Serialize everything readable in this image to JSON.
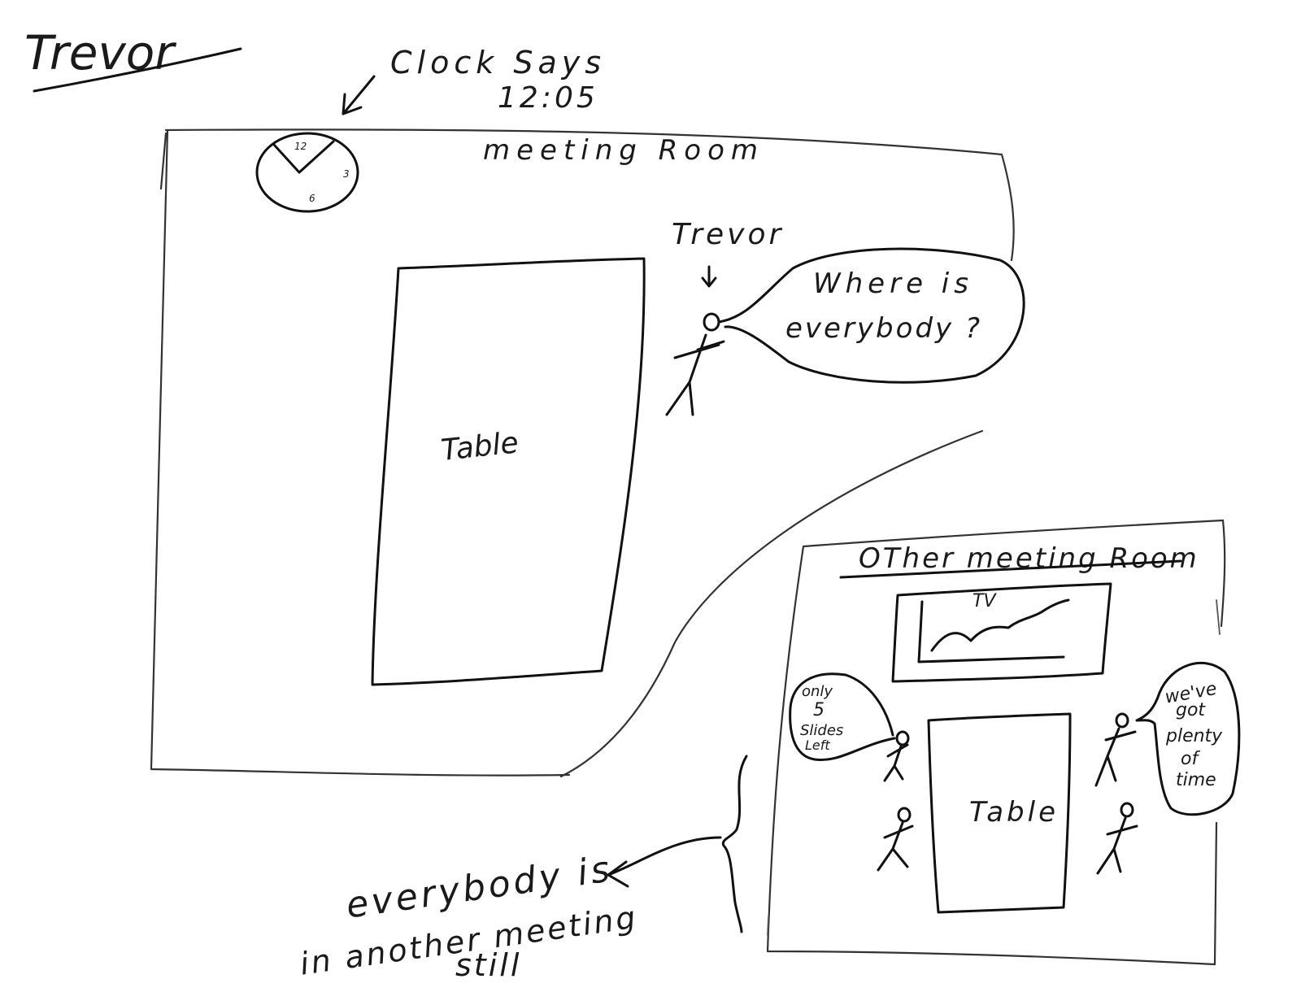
{
  "title": "Trevor",
  "clock_note": {
    "line1": "Clock Says",
    "line2": "12:05"
  },
  "clock_face": {
    "numeral_12": "12",
    "numeral_3": "3",
    "numeral_6": "6"
  },
  "meeting_room": {
    "label": "meeting Room",
    "table_label": "Table",
    "person_label": "Trevor",
    "speech": {
      "line1": "Where is",
      "line2": "everybody ?"
    }
  },
  "other_room": {
    "label": "OTher meeting Room",
    "tv_label": "TV",
    "table_label": "Table",
    "left_speech": {
      "line1": "only",
      "line2": "5",
      "line3": "Slides",
      "line4": "Left"
    },
    "right_speech": {
      "line1": "we've",
      "line2": "got",
      "line3": "plenty",
      "line4": "of",
      "line5": "time"
    }
  },
  "caption": {
    "line1": "everybody is",
    "line2": "in another meeting",
    "line3": "still"
  }
}
